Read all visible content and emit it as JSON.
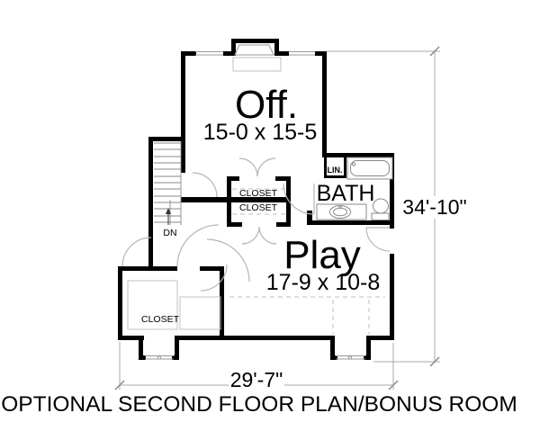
{
  "title": "OPTIONAL SECOND FLOOR PLAN/BONUS ROOM",
  "rooms": {
    "office": {
      "label": "Off.",
      "size": "15-0 x 15-5"
    },
    "play": {
      "label": "Play",
      "size": "17-9 x 10-8"
    },
    "bath": {
      "label": "BATH"
    },
    "linen": {
      "label": "LIN."
    },
    "closet_upper": {
      "label": "CLOSET"
    },
    "closet_lower": {
      "label": "CLOSET"
    },
    "closet_room": {
      "label": "CLOSET"
    },
    "stairs": {
      "label": "DN"
    }
  },
  "dimensions": {
    "overall_depth": "34'-10\"",
    "overall_width": "29'-7\""
  },
  "colors": {
    "wall": "#000000",
    "thin_line": "#999999",
    "door_arc": "#b5b5b5",
    "dashed": "#c2c2c2",
    "dimension_line": "#aaaaaa",
    "background": "#ffffff",
    "text": "#000000"
  }
}
